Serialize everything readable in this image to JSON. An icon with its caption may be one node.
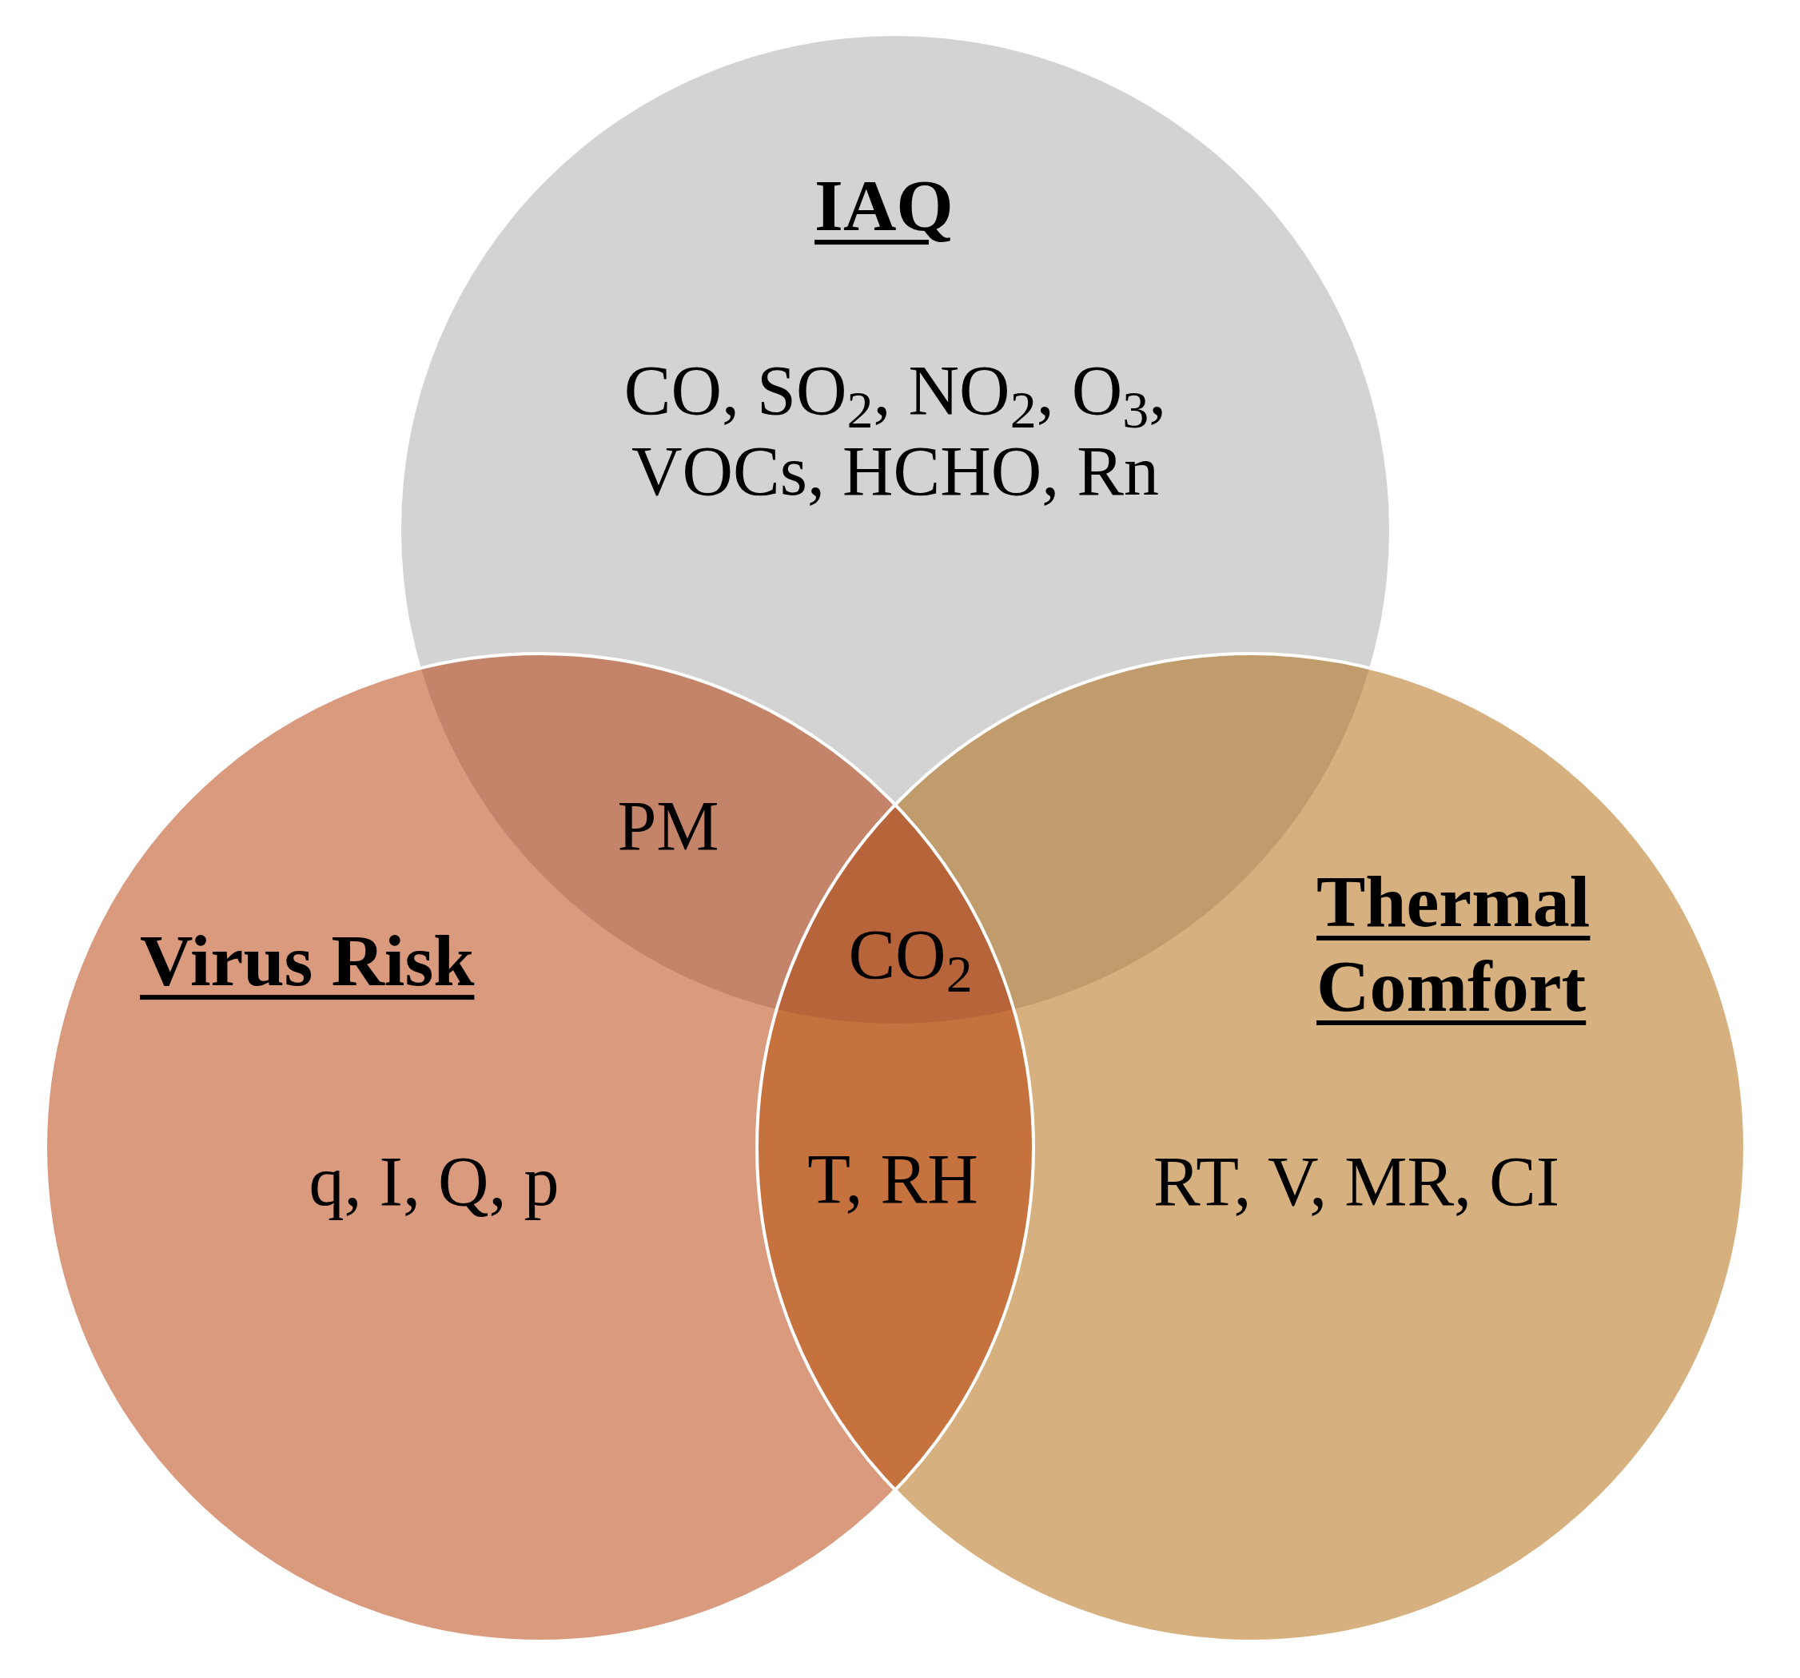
{
  "diagram": {
    "nodes": [
      {
        "text": [
          "IAQ",
          "CO, SO$_{2}$, NO$_{2}$, O$_{3}$, VOCs, HCHO, Rn"
        ]
      },
      {
        "text": [
          "Virus Risk",
          "q, I, Q, p"
        ]
      },
      {
        "text": [
          "Thermal Comfort",
          "RT, V, MR, CI"
        ]
      }
    ],
    "labels": [
      "PM",
      "CO$_{2}$",
      "T, RH"
    ]
  }
}
